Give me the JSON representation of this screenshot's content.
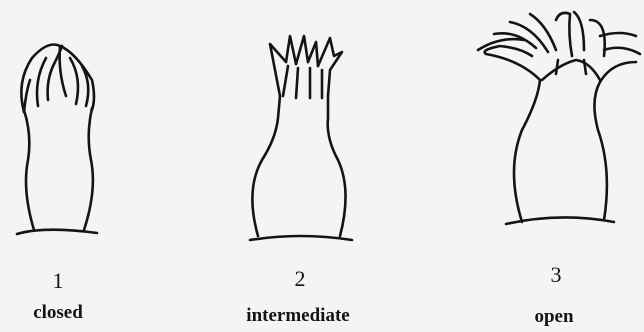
{
  "stages": [
    {
      "number": "1",
      "label": "closed"
    },
    {
      "number": "2",
      "label": "intermediate"
    },
    {
      "number": "3",
      "label": "open"
    }
  ],
  "colors": {
    "background": "#f4f4f2",
    "ink": "#141414"
  }
}
